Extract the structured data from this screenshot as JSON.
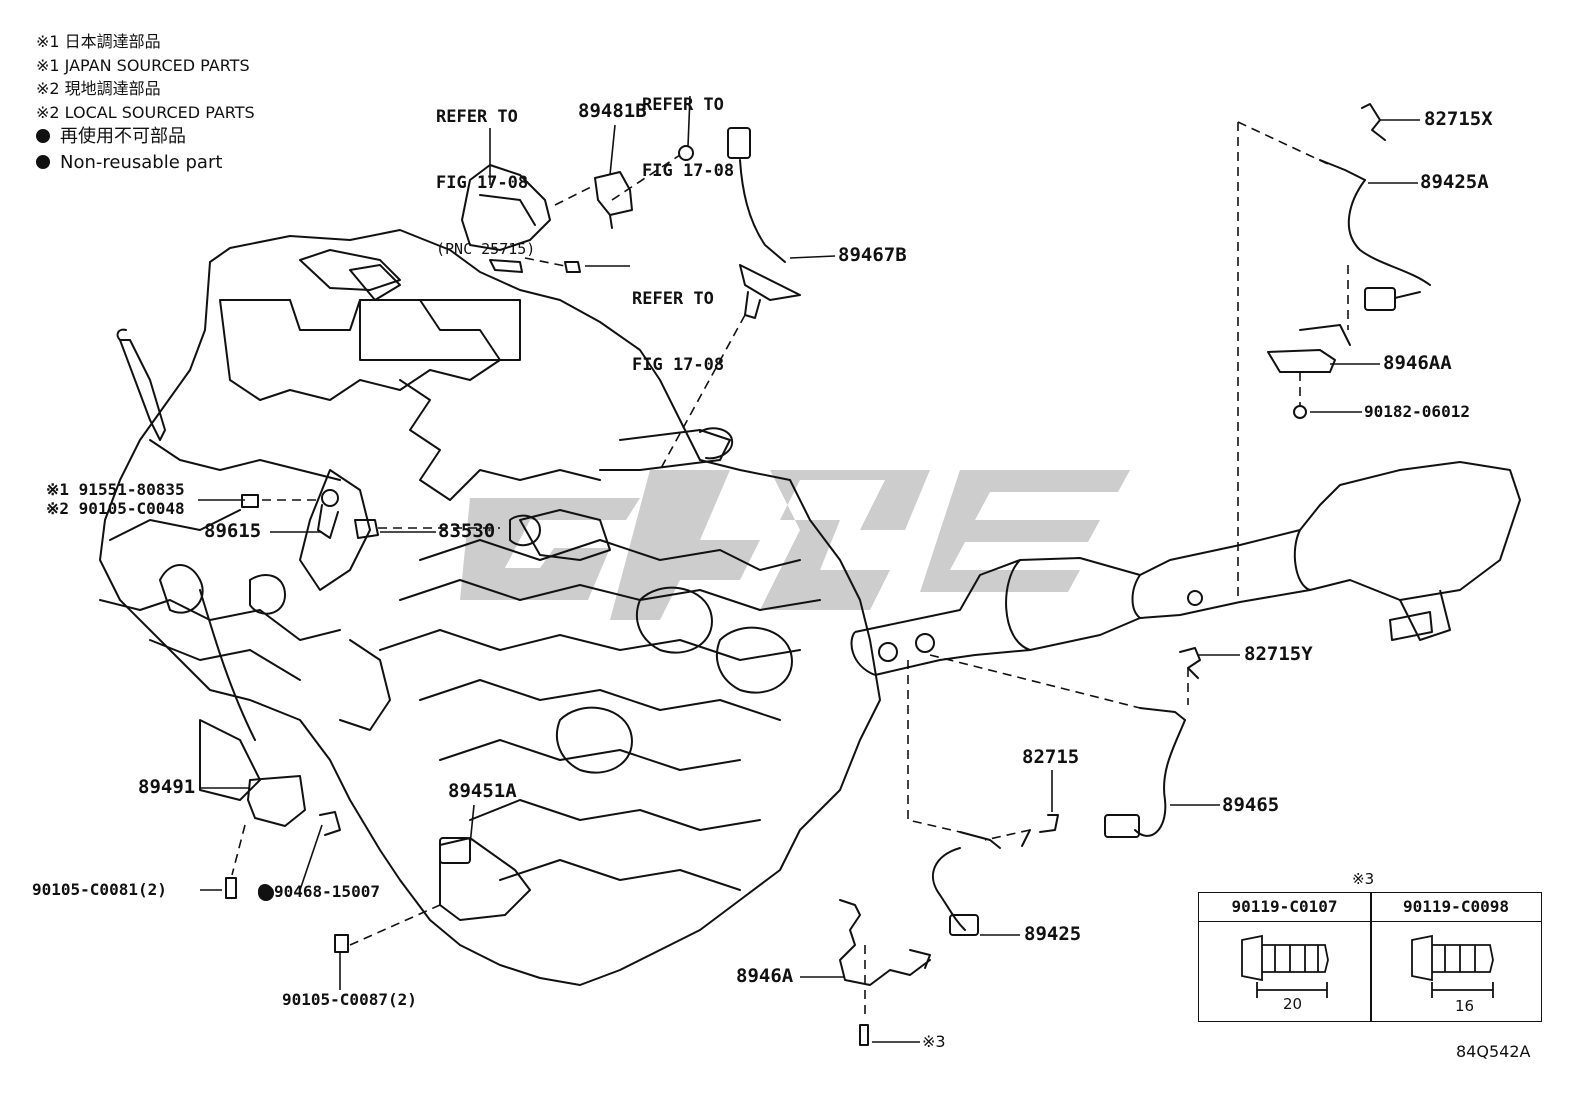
{
  "legend": {
    "lines": [
      "※1 日本調達部品",
      "※1 JAPAN SOURCED PARTS",
      "※2 現地調達部品",
      "※2 LOCAL SOURCED PARTS"
    ],
    "dot_lines": [
      "再使用不可部品",
      "Non-reusable part"
    ]
  },
  "refs": {
    "ref_a_line1": "REFER TO",
    "ref_a_line2": "FIG 17-08",
    "ref_a_pnc": "(PNC 25715)",
    "ref_b_line1": "REFER TO",
    "ref_b_line2": "FIG 17-08",
    "ref_c_line1": "REFER TO",
    "ref_c_line2": "FIG 17-08"
  },
  "parts": {
    "p89481B": "89481B",
    "p89467B": "89467B",
    "p82715X": "82715X",
    "p89425A": "89425A",
    "p8946AA": "8946AA",
    "p90182": "90182-06012",
    "p91551": "※1 91551-80835",
    "p90105_48": "※2 90105-C0048",
    "p89615": "89615",
    "p83530": "83530",
    "p82715Y": "82715Y",
    "p82715": "82715",
    "p89465": "89465",
    "p89491": "89491",
    "p89451A": "89451A",
    "p90105_81": "90105-C0081(2)",
    "p90468": "90468-15007",
    "p90105_87": "90105-C0087(2)",
    "p89425": "89425",
    "p8946A": "8946A",
    "p_note3": "※3"
  },
  "table": {
    "note": "※3",
    "col1": "90119-C0107",
    "col2": "90119-C0098",
    "dim1": "20",
    "dim2": "16"
  },
  "figure_code": "84Q542A"
}
